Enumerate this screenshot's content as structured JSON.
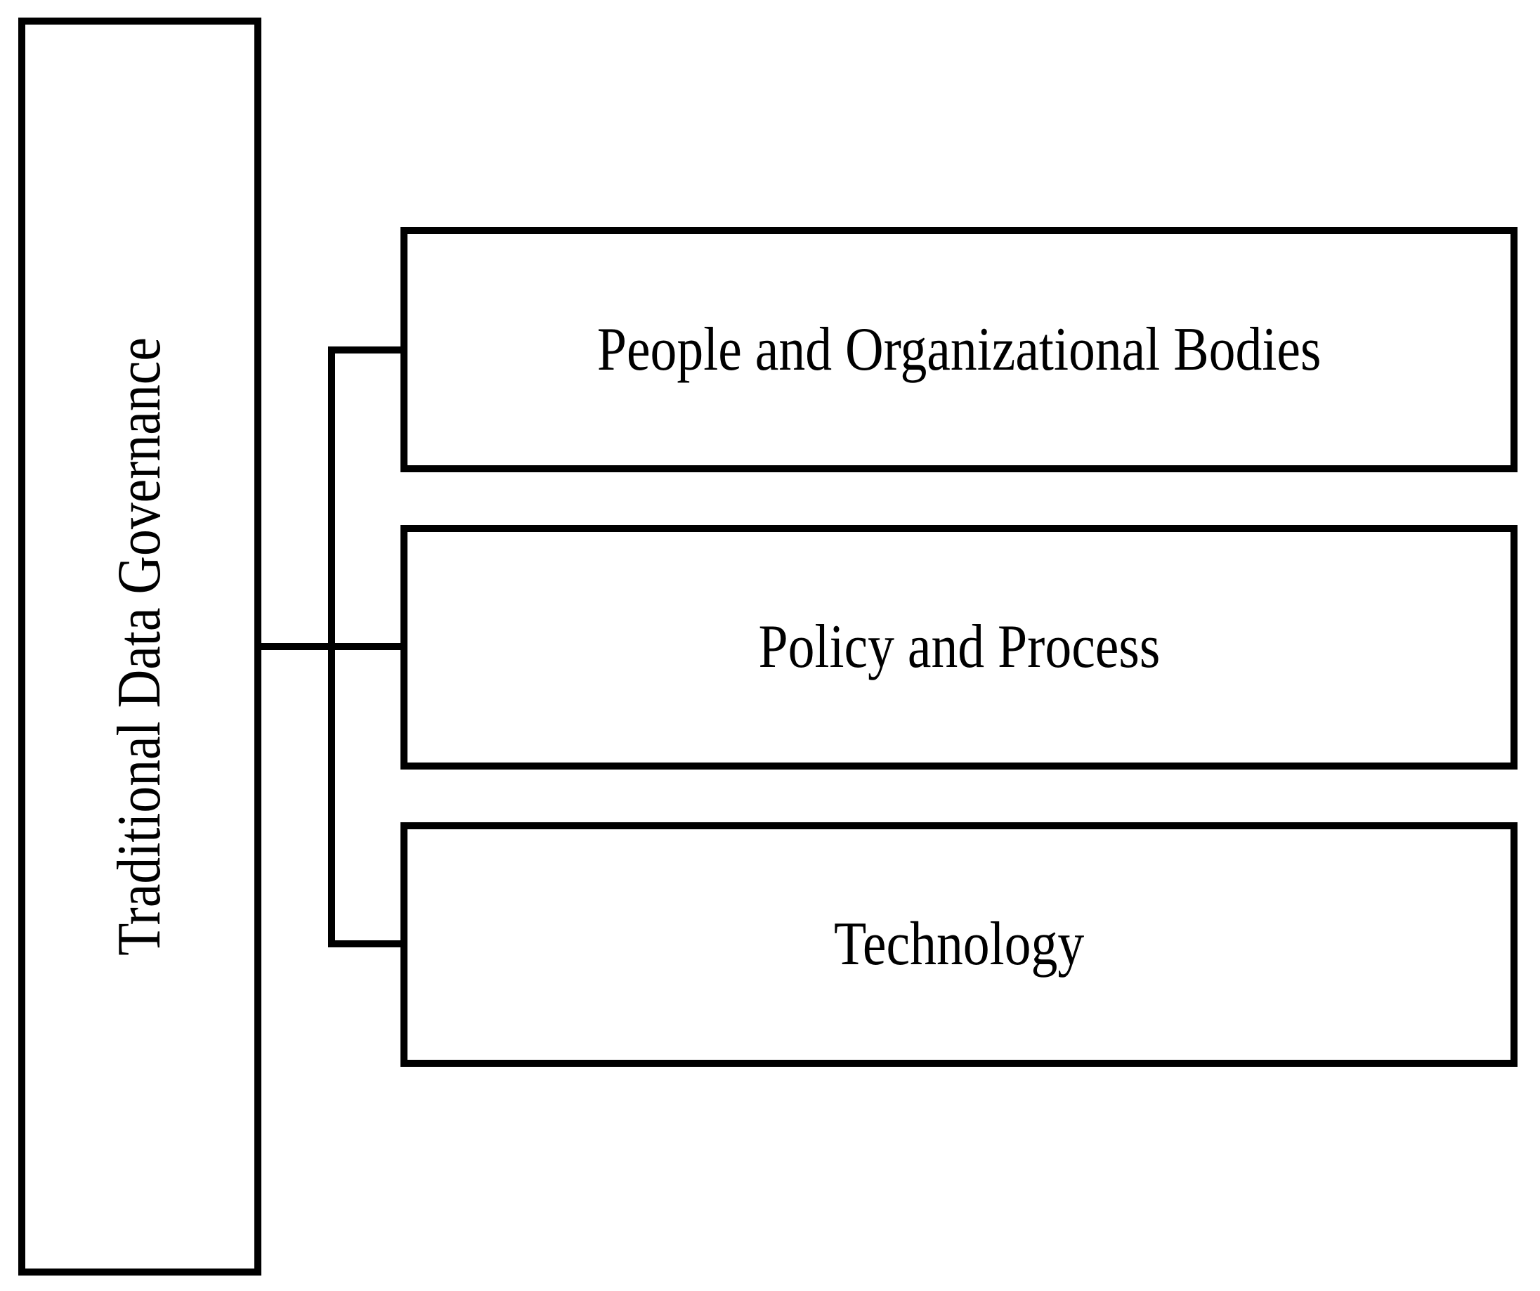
{
  "diagram": {
    "type": "hierarchy",
    "root": {
      "label": "Traditional Data Governance",
      "orientation": "vertical-bottom-to-top"
    },
    "children": [
      {
        "label": "People and Organizational Bodies"
      },
      {
        "label": "Policy and Process"
      },
      {
        "label": "Technology"
      }
    ],
    "colors": {
      "line": "#000000",
      "text": "#000000",
      "background": "#ffffff"
    }
  }
}
